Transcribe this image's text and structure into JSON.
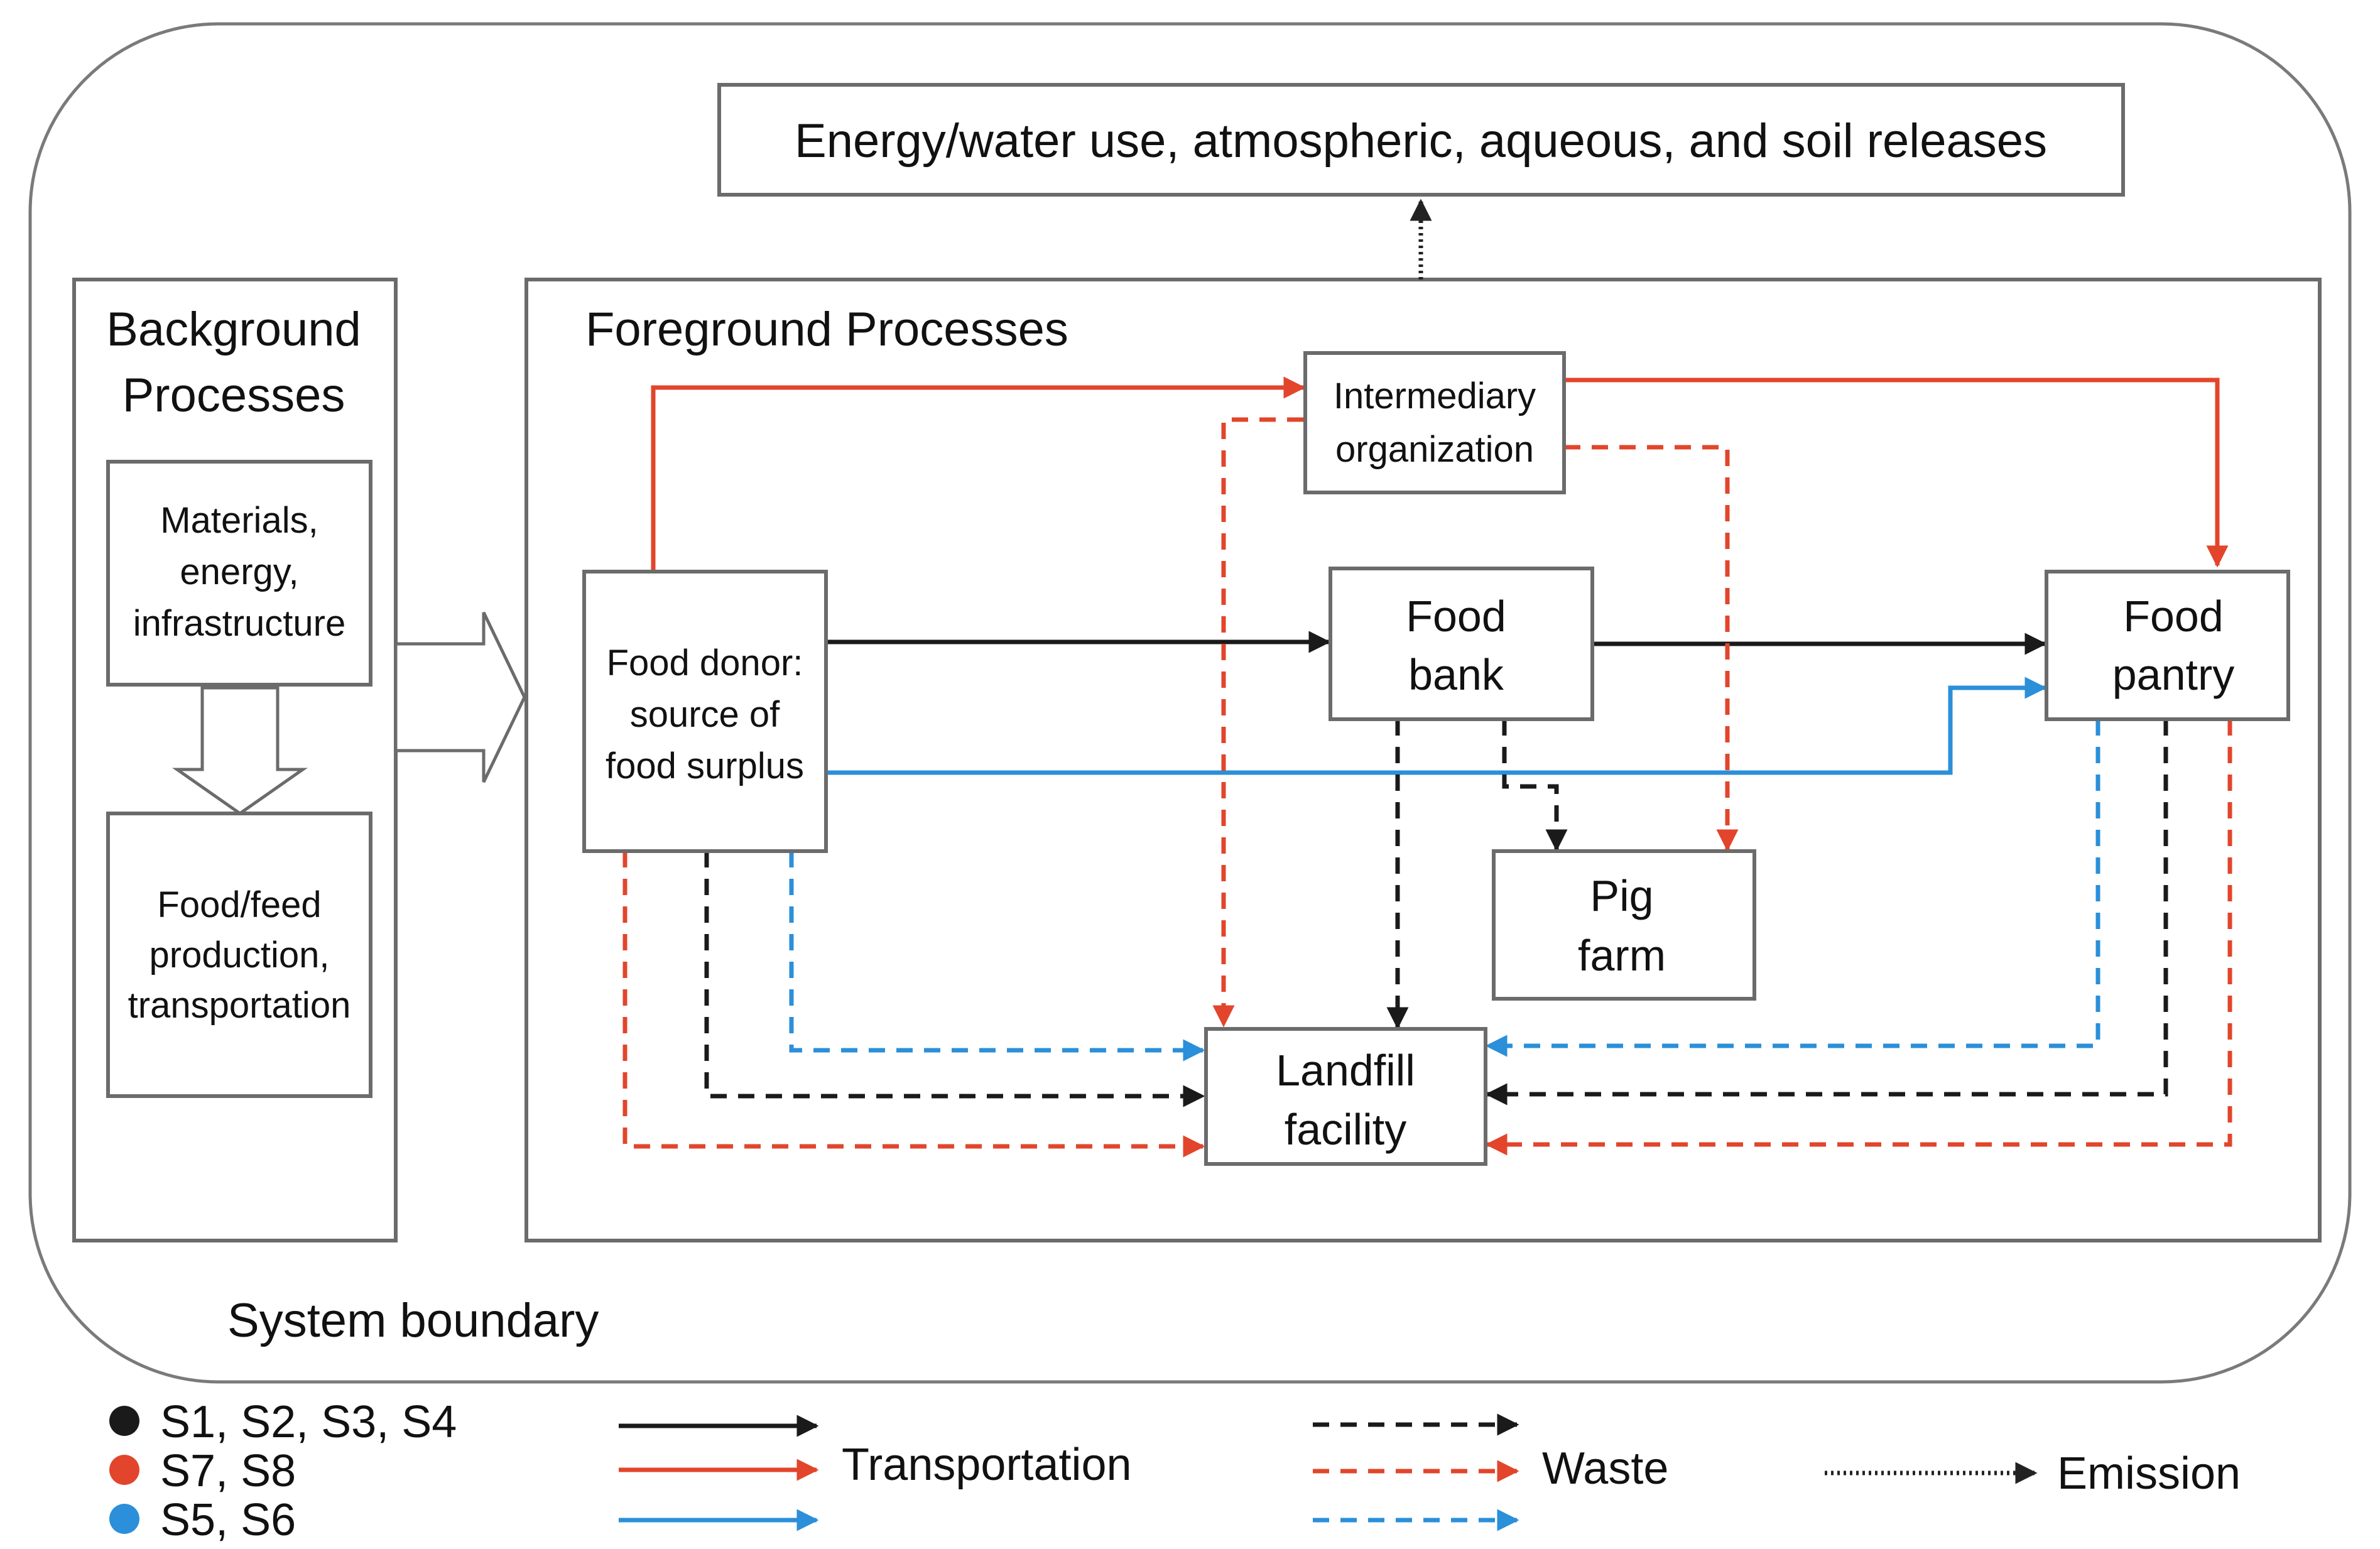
{
  "boundary_label": "System boundary",
  "emissions_label": "Energy/water use, atmospheric, aqueous, and soil releases",
  "background": {
    "title_line1": "Background",
    "title_line2": "Processes",
    "materials": [
      "Materials,",
      "energy,",
      "infrastructure"
    ],
    "production": [
      "Food/feed",
      "production,",
      "transportation"
    ]
  },
  "foreground": {
    "title": "Foreground Processes",
    "nodes": {
      "donor": [
        "Food donor:",
        "source of",
        "food surplus"
      ],
      "intermediary": [
        "Intermediary",
        "organization"
      ],
      "bank": [
        "Food",
        "bank"
      ],
      "pantry": [
        "Food",
        "pantry"
      ],
      "pig": [
        "Pig",
        "farm"
      ],
      "landfill": [
        "Landfill",
        "facility"
      ]
    }
  },
  "colors": {
    "black": "#1a1a1a",
    "red": "#e2452b",
    "blue": "#2b8fd9",
    "gray": "#6b6b6b"
  },
  "legend": {
    "scenarios": [
      {
        "label": "S1, S2, S3, S4",
        "color": "black"
      },
      {
        "label": "S7, S8",
        "color": "red"
      },
      {
        "label": "S5, S6",
        "color": "blue"
      }
    ],
    "transportation": "Transportation",
    "waste": "Waste",
    "emission": "Emission"
  },
  "icons": {
    "block_arrow": "hollow-block-arrow",
    "flow_arrow": "arrowhead"
  }
}
